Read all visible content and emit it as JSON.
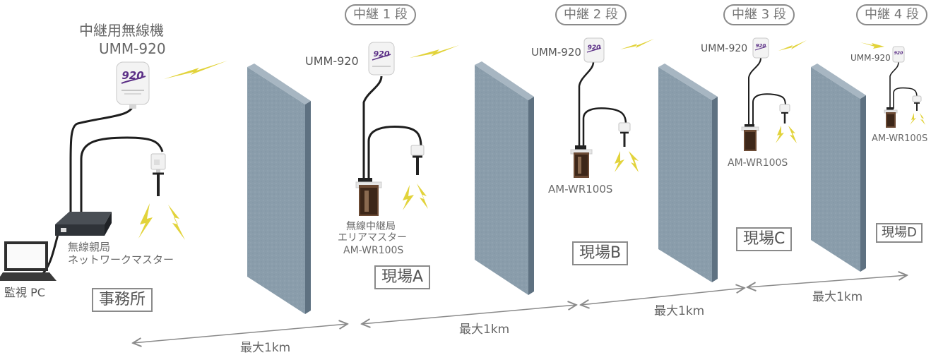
{
  "colors": {
    "wall": "#8497a6",
    "wall_side": "#5c6e7d",
    "cable": "#1e1e1e",
    "bolt": "#e2d33b",
    "line": "#8a8a8a",
    "device": "#f2f2f2",
    "logo": "#5b2f86",
    "master_body": "#6b4a34"
  },
  "hq": {
    "repeater_title": "中継用無線機",
    "repeater_model": "UMM-920",
    "logo_text": "920",
    "network_master_line1": "無線親局",
    "network_master_line2": "ネットワークマスター",
    "pc_label": "監視 PC",
    "site_label": "事務所"
  },
  "stages": [
    {
      "label": "中継 1 段",
      "model": "UMM-920",
      "master_lines": [
        "無線中継局",
        "エリアマスター",
        "AM-WR100S"
      ],
      "site": "現場A"
    },
    {
      "label": "中継 2 段",
      "model": "UMM-920",
      "master_lines": [
        "AM-WR100S"
      ],
      "site": "現場B"
    },
    {
      "label": "中継 3 段",
      "model": "UMM-920",
      "master_lines": [
        "AM-WR100S"
      ],
      "site": "現場C"
    },
    {
      "label": "中継 4 段",
      "model": "UMM-920",
      "master_lines": [
        "AM-WR100S"
      ],
      "site": "現場D"
    }
  ],
  "distances": [
    "最大1km",
    "最大1km",
    "最大1km",
    "最大1km"
  ]
}
